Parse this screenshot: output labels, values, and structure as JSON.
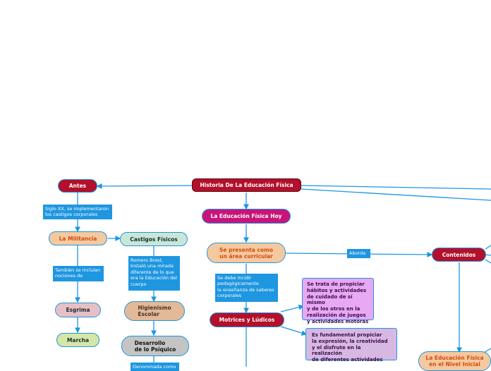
{
  "nodes": {
    "root": "Historia De La Educación Física",
    "antes": "Antes",
    "hoy": "La Educación Física Hoy",
    "militancia": "La Militancia",
    "castigos": "Castigos Físicos",
    "esgrima": "Esgrima",
    "marcha": "Marcha",
    "higienismo": "Higienismo\nEscolar",
    "desarrollo": "Desarrollo\nde lo Psíquico",
    "curricular": "Se presenta como\nun área curricular",
    "motrices": "Motrices y Lúdicos",
    "contenidos": "Contenidos",
    "nivel_inicial": "La Educación Física\nen el Nivel Inicial"
  },
  "labels": {
    "siglo": "Siglo XX, se implementaron\nlos castigos corporales",
    "tambien": "También se incluían\nnociones de",
    "romero": "Romero Brest,\nInstaló una mirada\ndiferente de lo que\nera la Educación del\ncuerpo",
    "denominada": "Denominada como",
    "aborda": "Aborda",
    "debe": "Se debe incidir\npedagógicamente\nla enseñanza de saberes\ncorporales"
  },
  "boxes": {
    "habitos": "Se trata de propiciar\nhábitos y actividades\nde cuidado de sí mismo\ny de los otros en la\nrealización de juegos\ny actividades motoras",
    "expresion": "Es fundamental propiciar\nla expresión, la creatividad\ny el disfrute en la realización\nde diferentes actividades"
  }
}
